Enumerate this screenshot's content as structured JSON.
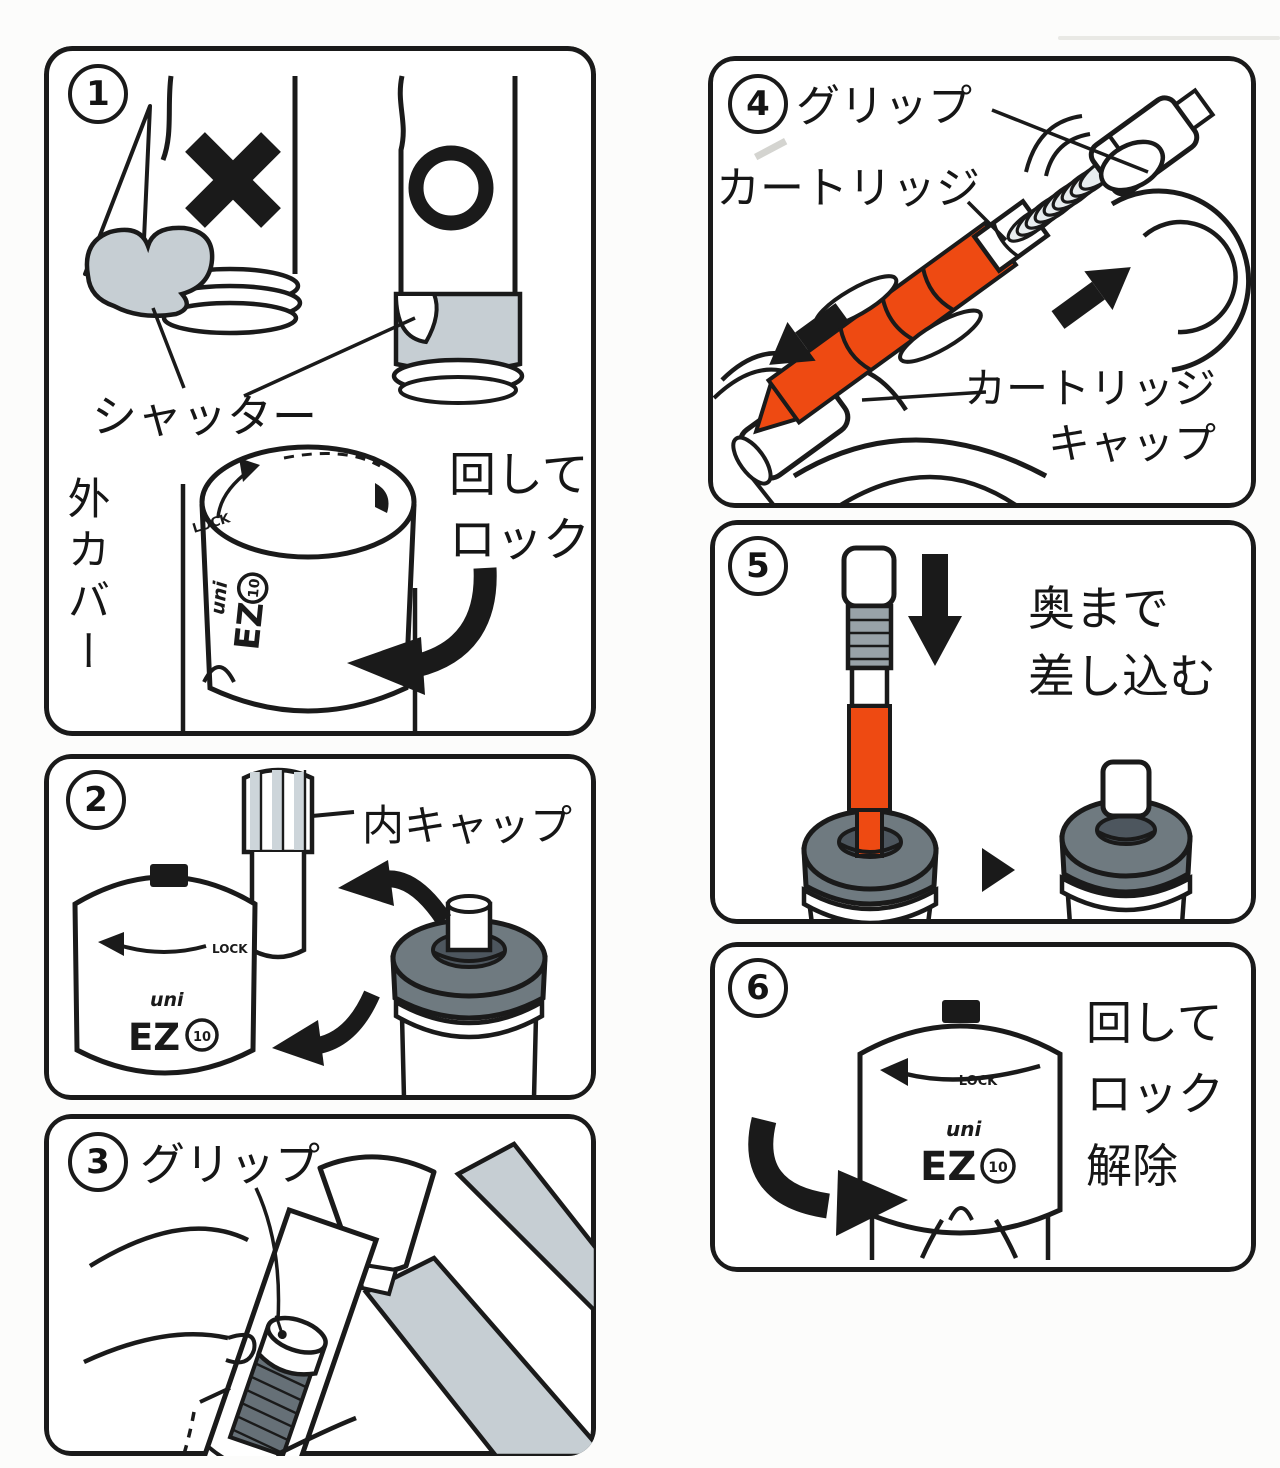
{
  "colors": {
    "orange": "#EE4A12",
    "shade_gray": "#C6CED3",
    "ring_gray": "#6F7A80",
    "knurl_gray": "#98A2A8",
    "line": "#1A1A1A",
    "paper": "#FCFCFB"
  },
  "brand": {
    "uni": "uni",
    "ez": "EZ",
    "ten": "10",
    "lock": "LOCK"
  },
  "steps": {
    "s1": {
      "num": "1",
      "shutter_label": "シャッター",
      "outer_cover_label": "外カバー",
      "caption_line1": "回して",
      "caption_line2": "ロック"
    },
    "s2": {
      "num": "2",
      "inner_cap_label": "内キャップ"
    },
    "s3": {
      "num": "3",
      "grip_label": "グリップ"
    },
    "s4": {
      "num": "4",
      "grip_label": "グリップ",
      "cartridge_label": "カートリッジ",
      "cartridge_cap_line1": "カートリッジ",
      "cartridge_cap_line2": "キャップ"
    },
    "s5": {
      "num": "5",
      "caption_line1": "奥まで",
      "caption_line2": "差し込む"
    },
    "s6": {
      "num": "6",
      "caption_line1": "回して",
      "caption_line2": "ロック",
      "caption_line3": "解除"
    }
  },
  "icons": {
    "ng_mark": "cross-icon",
    "ok_mark": "ring-icon",
    "rotate_arrow": "thick-curved-arrow-icon",
    "pull_arrows": "solid-black-arrow-icon",
    "insert_arrow": "solid-down-arrow-icon",
    "next_step": "right-triangle-icon",
    "lock_direction": "arc-arrow-icon"
  }
}
